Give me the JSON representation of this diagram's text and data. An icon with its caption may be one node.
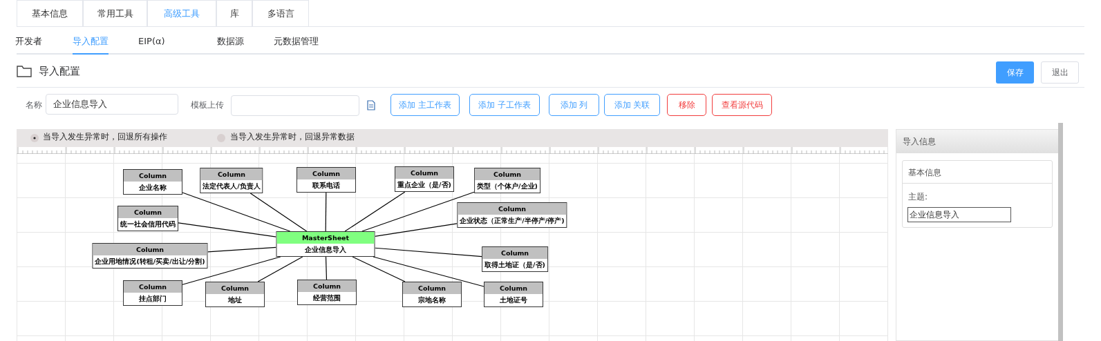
{
  "diagram": {
    "nodes": [
      {
        "text": [
          "MasterSheet",
          "企业信息导入"
        ]
      },
      {
        "text": [
          "Column",
          "企业名称"
        ]
      },
      {
        "text": [
          "Column",
          "法定代表人/负责人"
        ]
      },
      {
        "text": [
          "Column",
          "联系电话"
        ]
      },
      {
        "text": [
          "Column",
          "重点企业（是/否)"
        ]
      },
      {
        "text": [
          "Column",
          "类型（个体户/企业)"
        ]
      },
      {
        "text": [
          "Column",
          "统一社会信用代码"
        ]
      },
      {
        "text": [
          "Column",
          "企业状态（正常生产/半停产/停产)"
        ]
      },
      {
        "text": [
          "Column",
          "企业用地情况(转租/买卖/出让/分割)"
        ]
      },
      {
        "text": [
          "Column",
          "取得土地证（是/否)"
        ]
      },
      {
        "text": [
          "Column",
          "挂点部门"
        ]
      },
      {
        "text": [
          "Column",
          "地址"
        ]
      },
      {
        "text": [
          "Column",
          "经营范围"
        ]
      },
      {
        "text": [
          "Column",
          "宗地名称"
        ]
      },
      {
        "text": [
          "Column",
          "土地证号"
        ]
      }
    ],
    "edges": [
      {
        "from": 0,
        "to": 1,
        "arrow": "none"
      },
      {
        "from": 0,
        "to": 2,
        "arrow": "none"
      },
      {
        "from": 0,
        "to": 3,
        "arrow": "none"
      },
      {
        "from": 0,
        "to": 4,
        "arrow": "none"
      },
      {
        "from": 0,
        "to": 5,
        "arrow": "none"
      },
      {
        "from": 0,
        "to": 6,
        "arrow": "none"
      },
      {
        "from": 0,
        "to": 7,
        "arrow": "none"
      },
      {
        "from": 0,
        "to": 8,
        "arrow": "none"
      },
      {
        "from": 0,
        "to": 9,
        "arrow": "none"
      },
      {
        "from": 0,
        "to": 10,
        "arrow": "none"
      },
      {
        "from": 0,
        "to": 11,
        "arrow": "none"
      },
      {
        "from": 0,
        "to": 12,
        "arrow": "none"
      },
      {
        "from": 0,
        "to": 13,
        "arrow": "none"
      },
      {
        "from": 0,
        "to": 14,
        "arrow": "none"
      }
    ],
    "labels": [
      "基本信息",
      "常用工具",
      "高级工具",
      "库",
      "多语言",
      "开发者",
      "导入配置",
      "EIP(α)",
      "数据源",
      "元数据管理",
      "导入配置",
      "保存",
      "退出",
      "名称",
      "企业信息导入",
      "模板上传",
      "添加 主工作表",
      "添加 子工作表",
      "添加 列",
      "添加 关联",
      "移除",
      "查看源代码",
      "当导入发生异常时，回退所有操作",
      "当导入发生异常时，回退异常数据",
      "导入信息",
      "基本信息",
      "主题:",
      "企业信息导入"
    ]
  }
}
